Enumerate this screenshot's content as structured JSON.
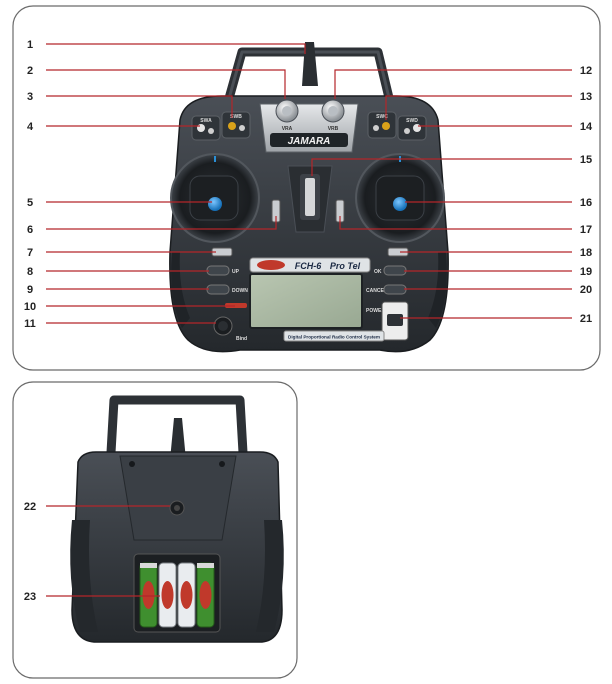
{
  "colors": {
    "callout_line": "#b3262a",
    "panel_border": "#6b6b6b",
    "body_dark": "#2d3136",
    "body_mid": "#3b4046",
    "screen": "#a9b7a2",
    "accent": "#2a8fd6",
    "battery_green": "#3f8f2f"
  },
  "front_panel": {
    "brand_plate": "JAMARA",
    "model_badge": "FCH-6",
    "series_badge": "Pro Tel",
    "sub_caption": "Digital Proportional Radio Control System",
    "switch_labels": {
      "swa": "SWA",
      "swb": "SWB",
      "swc": "SWC",
      "swd": "SWD",
      "vra": "VRA",
      "vrb": "VRB"
    },
    "button_labels": {
      "up": "UP",
      "down": "DOWN",
      "ok": "OK",
      "cancel": "CANCEL",
      "power": "POWER",
      "bind": "Bind"
    }
  },
  "callouts_front": {
    "left": [
      "1",
      "2",
      "3",
      "4",
      "5",
      "6",
      "7",
      "8",
      "9",
      "10",
      "11"
    ],
    "right": [
      "12",
      "13",
      "14",
      "15",
      "16",
      "17",
      "18",
      "19",
      "20",
      "21"
    ]
  },
  "callouts_back": [
    "22",
    "23"
  ]
}
